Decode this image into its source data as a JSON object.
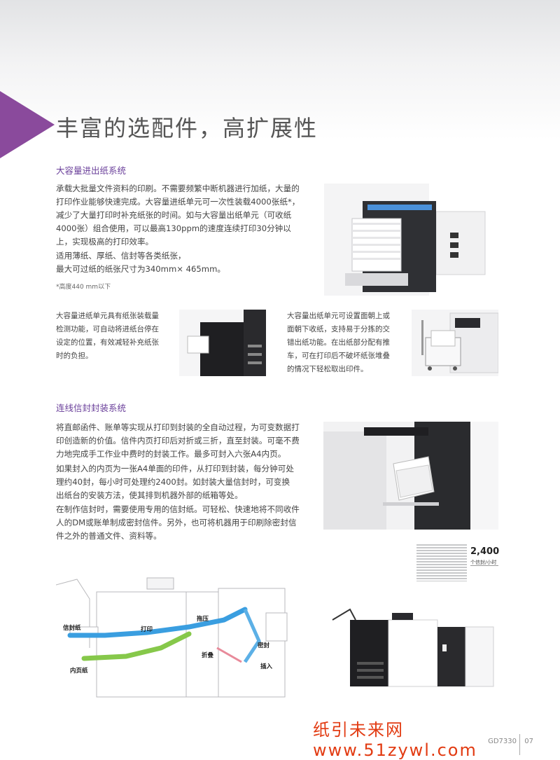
{
  "page": {
    "title": "丰富的选配件，高扩展性"
  },
  "section1": {
    "title": "大容量进出纸系统",
    "para1": [
      "承载大批量文件资料的印刷。不需要频繁中断机器进行加纸，大量的",
      "打印作业能够快速完成。大容量进纸单元可一次性装载4000张纸*，",
      "减少了大量打印时补充纸张的时间。如与大容量出纸单元（可收纸",
      "4000张）组合使用，可以最高130ppm的速度连续打印30分钟以",
      "上，实现极高的打印效率。"
    ],
    "para2": [
      "适用薄纸、厚纸、信封等各类纸张，",
      "最大可过纸的纸张尺寸为340mm× 465mm。"
    ],
    "note": "*高度440 mm以下",
    "feed_caption": [
      "大容量进纸单元具有纸张装载量",
      "检测功能，可自动将进纸台停在",
      "设定的位置，有效减轻补充纸张",
      "时的负担。"
    ],
    "stack_caption": [
      "大容量出纸单元可设置面朝上或",
      "面朝下收纸，支持易于分拣的交",
      "错出纸功能。在出纸部分配有推",
      "车，可在打印后不破坏纸张堆叠",
      "的情况下轻松取出印件。"
    ]
  },
  "section2": {
    "title": "连线信封封装系统",
    "para1": [
      "将直邮函件、账单等实现从打印到封装的全自动过程，为可变数据打",
      "印创造新的价值。信件内页打印后对折或三折，直至封装。可毫不费",
      "力地完成手工作业中费时的封装工作。最多可封入六张A4内页。"
    ],
    "para2": [
      "如果封入的内页为一张A4单面的印件，从打印到封装，每分钟可处",
      "理约40封，每小时可处理约2400封。如封装大量信封时，可变换",
      "出纸台的安装方法，使其排到机器外部的纸箱等处。"
    ],
    "para3": [
      "在制作信封时，需要使用专用的信封纸。可轻松、快速地将不同收件",
      "人的DM或账单制成密封信件。另外，也可将机器用于印刷除密封信",
      "件之外的普通文件、资料等。"
    ],
    "stat": {
      "value": "2,400",
      "unit": "个信封/小时"
    },
    "diagram": {
      "labels": {
        "envelope_paper": "信封纸",
        "print": "打印",
        "press": "拖压",
        "fold": "折叠",
        "seal": "密封",
        "insert": "插入",
        "inner_page": "内页纸"
      }
    }
  },
  "footer": {
    "watermark": "纸引未来网 www.51zywl.com",
    "model": "GD7330",
    "page_number": "07"
  },
  "colors": {
    "accent": "#8a4a9c",
    "section_title": "#6a3f9a",
    "watermark": "#e23b12"
  }
}
